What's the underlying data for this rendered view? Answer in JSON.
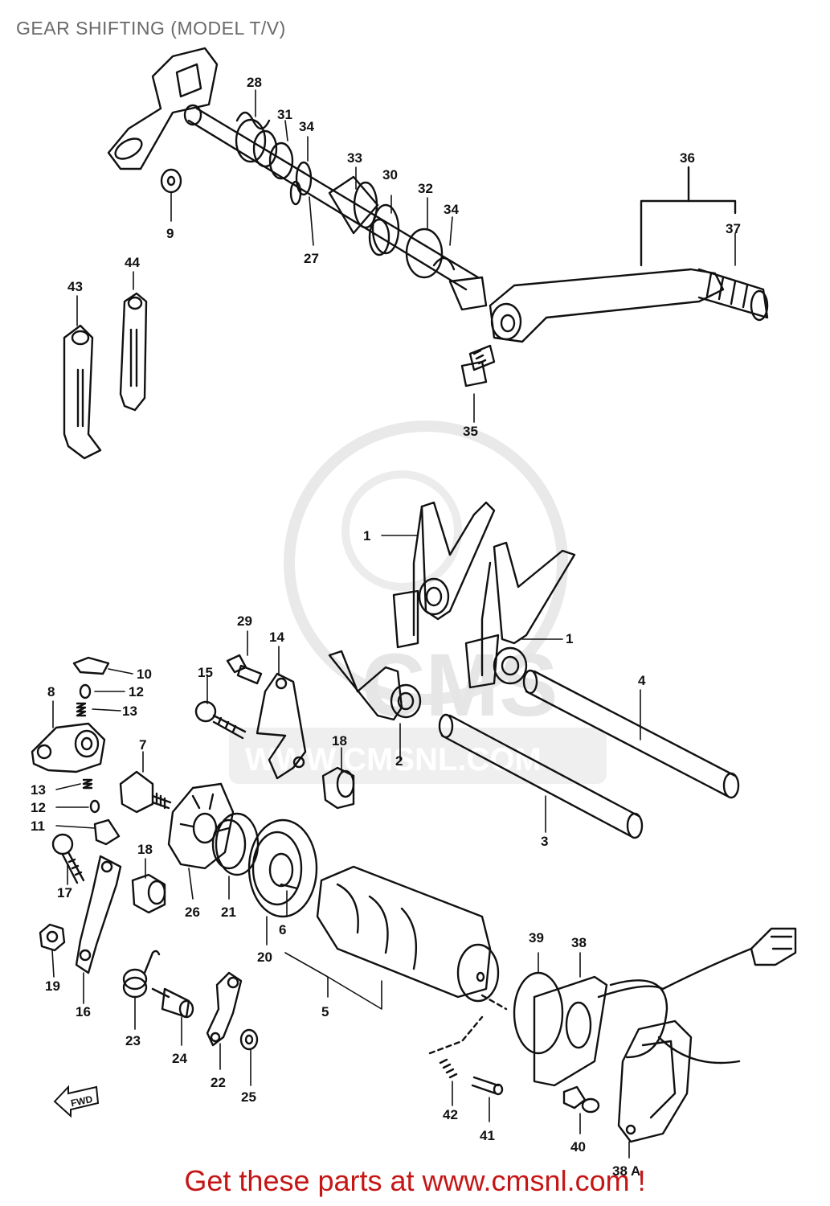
{
  "title": "GEAR SHIFTING (MODEL T/V)",
  "footer": "Get these parts at www.cmsnl.com !",
  "watermark": {
    "logo_text": "CMS",
    "url_text": "WWW.CMSNL.COM"
  },
  "fwd_label": "FWD",
  "callouts": {
    "p1a": "1",
    "p1b": "1",
    "p2": "2",
    "p3": "3",
    "p4": "4",
    "p5": "5",
    "p6": "6",
    "p7": "7",
    "p8": "8",
    "p9": "9",
    "p10": "10",
    "p11": "11",
    "p12a": "12",
    "p12b": "12",
    "p13a": "13",
    "p13b": "13",
    "p14": "14",
    "p15": "15",
    "p16": "16",
    "p17": "17",
    "p18a": "18",
    "p18b": "18",
    "p19": "19",
    "p20": "20",
    "p21": "21",
    "p22": "22",
    "p23": "23",
    "p24": "24",
    "p25": "25",
    "p26": "26",
    "p27": "27",
    "p28": "28",
    "p29": "29",
    "p30": "30",
    "p31": "31",
    "p32": "32",
    "p33": "33",
    "p34a": "34",
    "p34b": "34",
    "p35": "35",
    "p36": "36",
    "p37": "37",
    "p38": "38",
    "p38a": "38 A",
    "p39": "39",
    "p40": "40",
    "p41": "41",
    "p42": "42",
    "p43": "43",
    "p44": "44"
  },
  "colors": {
    "line": "#111111",
    "title": "#6a6a6a",
    "footer": "#c51616",
    "watermark": "#e6e6e6"
  }
}
